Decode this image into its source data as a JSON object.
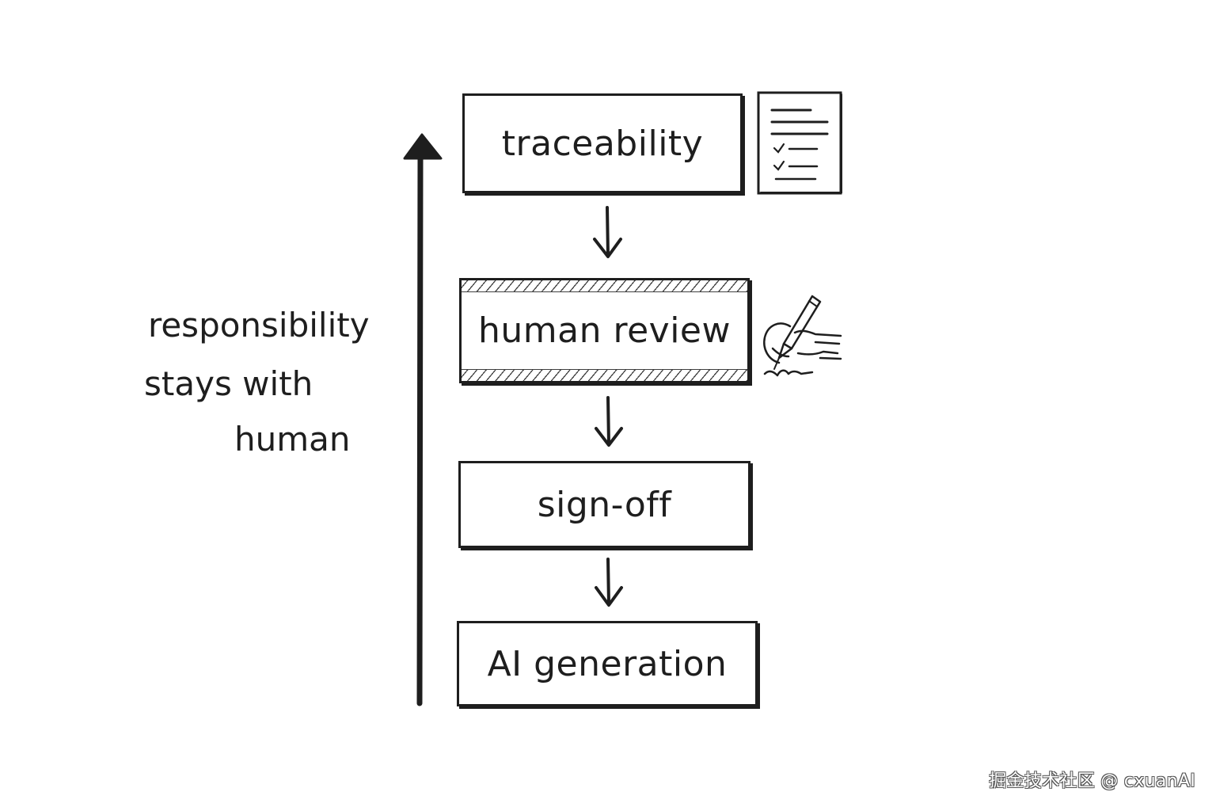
{
  "diagram": {
    "steps": [
      {
        "id": "traceability",
        "label": "traceability",
        "icon": "checklist-document-icon"
      },
      {
        "id": "human-review",
        "label": "human review",
        "icon": "hand-writing-pen-icon"
      },
      {
        "id": "sign-off",
        "label": "sign-off"
      },
      {
        "id": "ai-generation",
        "label": "AI generation"
      }
    ],
    "side_note": {
      "lines": [
        "responsibility",
        "stays with",
        "human"
      ]
    }
  },
  "watermark": {
    "text": "掘金技术社区 @ cxuanAI"
  },
  "colors": {
    "ink": "#1e1e1e",
    "background": "#ffffff"
  }
}
